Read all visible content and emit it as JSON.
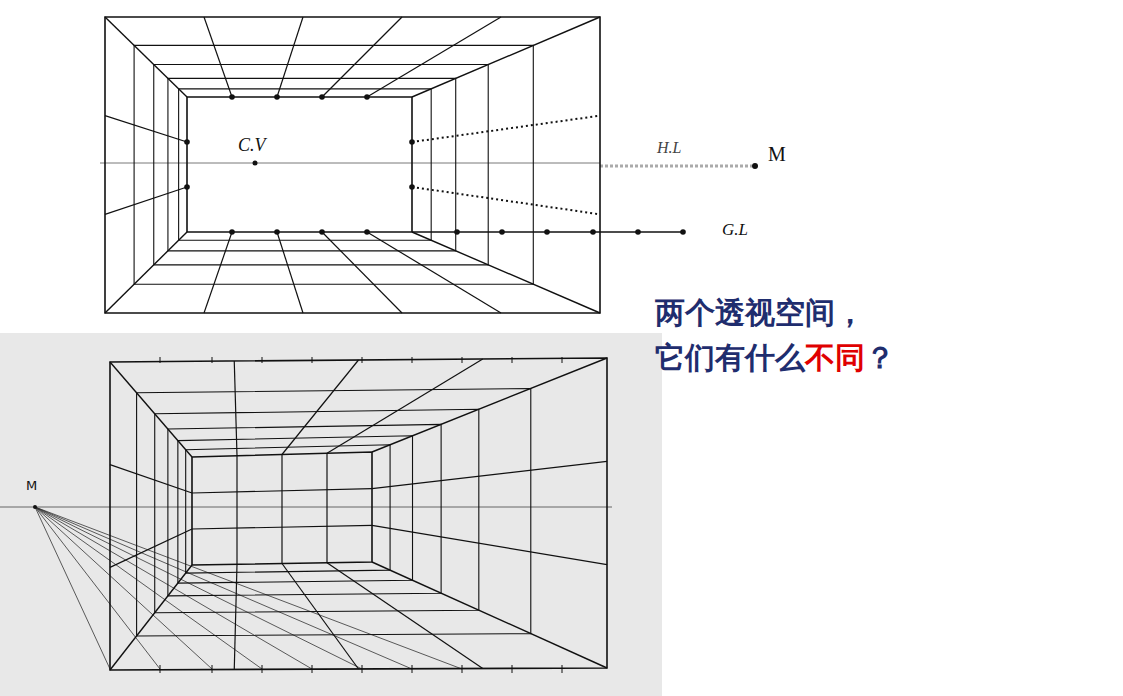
{
  "diagram": {
    "labels": [
      "C.V",
      "H.L",
      "M",
      "G.L",
      "M",
      "两个透视空间，",
      "它们有什么",
      "不同",
      "？"
    ]
  }
}
